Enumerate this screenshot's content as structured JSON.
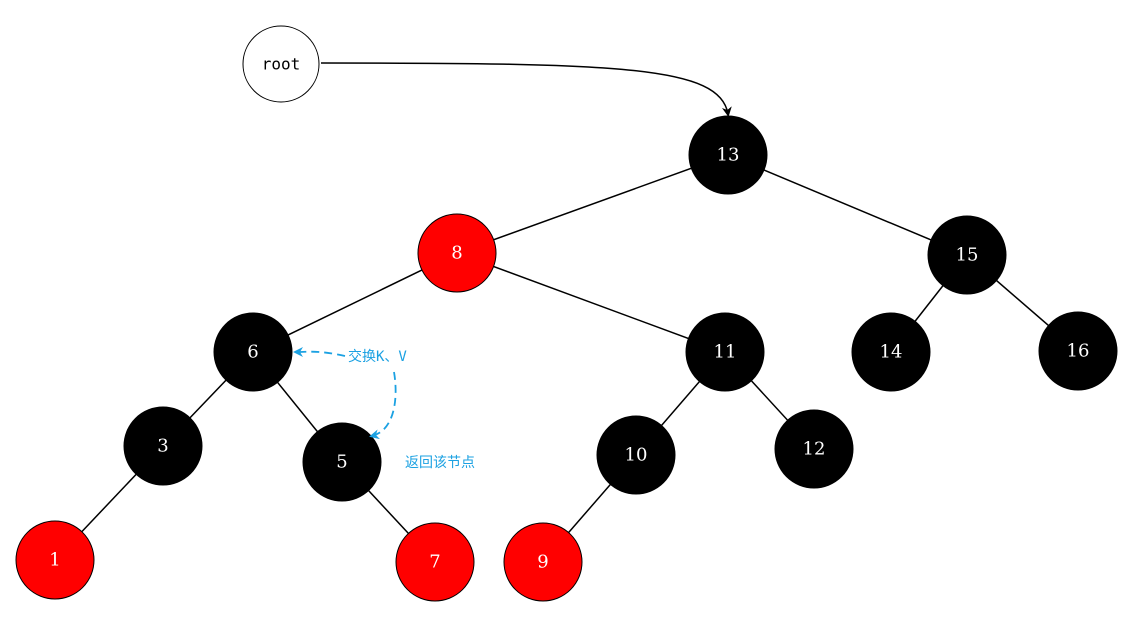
{
  "colors": {
    "black_node": "#000000",
    "red_node": "#ff0000",
    "node_text": "#ffffff",
    "edge": "#000000",
    "annotation": "#1ba1e2"
  },
  "root": {
    "label": "root"
  },
  "nodes": [
    {
      "id": "n13",
      "label": "13",
      "color": "black"
    },
    {
      "id": "n8",
      "label": "8",
      "color": "red"
    },
    {
      "id": "n15",
      "label": "15",
      "color": "black"
    },
    {
      "id": "n6",
      "label": "6",
      "color": "black"
    },
    {
      "id": "n11",
      "label": "11",
      "color": "black"
    },
    {
      "id": "n14",
      "label": "14",
      "color": "black"
    },
    {
      "id": "n16",
      "label": "16",
      "color": "black"
    },
    {
      "id": "n3",
      "label": "3",
      "color": "black"
    },
    {
      "id": "n5",
      "label": "5",
      "color": "black"
    },
    {
      "id": "n10",
      "label": "10",
      "color": "black"
    },
    {
      "id": "n12",
      "label": "12",
      "color": "black"
    },
    {
      "id": "n1",
      "label": "1",
      "color": "red"
    },
    {
      "id": "n7",
      "label": "7",
      "color": "red"
    },
    {
      "id": "n9",
      "label": "9",
      "color": "red"
    }
  ],
  "edges": [
    [
      "n13",
      "n8"
    ],
    [
      "n13",
      "n15"
    ],
    [
      "n8",
      "n6"
    ],
    [
      "n8",
      "n11"
    ],
    [
      "n15",
      "n14"
    ],
    [
      "n15",
      "n16"
    ],
    [
      "n6",
      "n3"
    ],
    [
      "n6",
      "n5"
    ],
    [
      "n11",
      "n10"
    ],
    [
      "n11",
      "n12"
    ],
    [
      "n3",
      "n1"
    ],
    [
      "n5",
      "n7"
    ],
    [
      "n10",
      "n9"
    ]
  ],
  "annotations": {
    "swap": "交换K、V",
    "return_node": "返回该节点"
  }
}
